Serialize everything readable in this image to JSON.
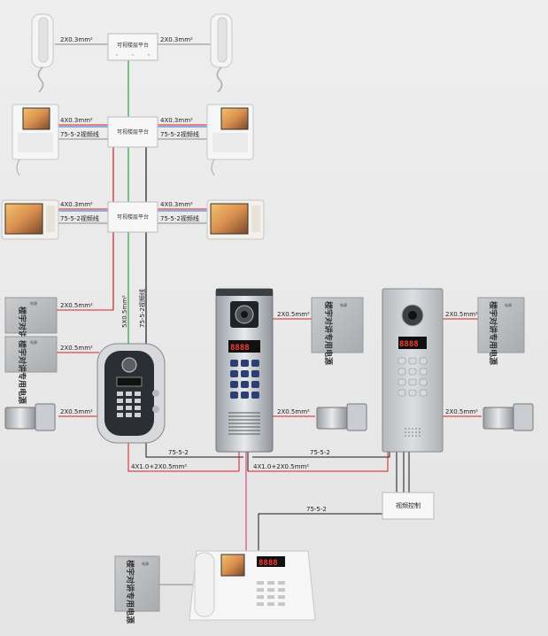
{
  "boxes": {
    "platform_1": "可视楼层平台",
    "platform_2": "可视楼层平台",
    "platform_3": "可视楼层平台",
    "video_control": "视频控制"
  },
  "labels": {
    "phone_l": "2X0.3mm²",
    "phone_r": "2X0.3mm²",
    "mon1_l_power": "4X0.3mm²",
    "mon1_l_video": "75-5-2视频线",
    "mon1_r_power": "4X0.3mm²",
    "mon1_r_video": "75-5-2视频线",
    "mon2_l_power": "4X0.3mm²",
    "mon2_l_video": "75-5-2视频线",
    "mon2_r_power": "4X0.3mm²",
    "mon2_r_video": "75-5-2视频线",
    "riser_bus": "5X0.5mm²",
    "riser_video": "75-5-2视频线",
    "ps1_line": "2X0.5mm²",
    "ps2_line": "2X0.5mm²",
    "lock1_line": "2X0.5mm²",
    "panel2_ps_line": "2X0.5mm²",
    "panel2_lock_line": "2X0.5mm²",
    "panel3_ps_line": "2X0.5mm²",
    "panel3_lock_line": "2X0.5mm²",
    "coax_1": "75-5-2",
    "coax_2": "75-5-2",
    "coax_3": "75-5-2",
    "bus_1": "4X1.0+2X0.5mm²",
    "bus_2": "4X1.0+2X0.5mm²"
  },
  "power_supply_label": "楼宇对讲专用电源",
  "power_supply_brand": "电源",
  "colors": {
    "red": "#d81e1e",
    "blue": "#2f6fd6",
    "green": "#2ea043",
    "black": "#1a1a1a",
    "pink": "#e0488c",
    "box": "#f7f7f7"
  },
  "icons": {
    "handset": "intercom-handset-icon",
    "monitor": "video-monitor-icon",
    "lock": "electric-lock-icon",
    "camera": "camera-lens-icon"
  }
}
